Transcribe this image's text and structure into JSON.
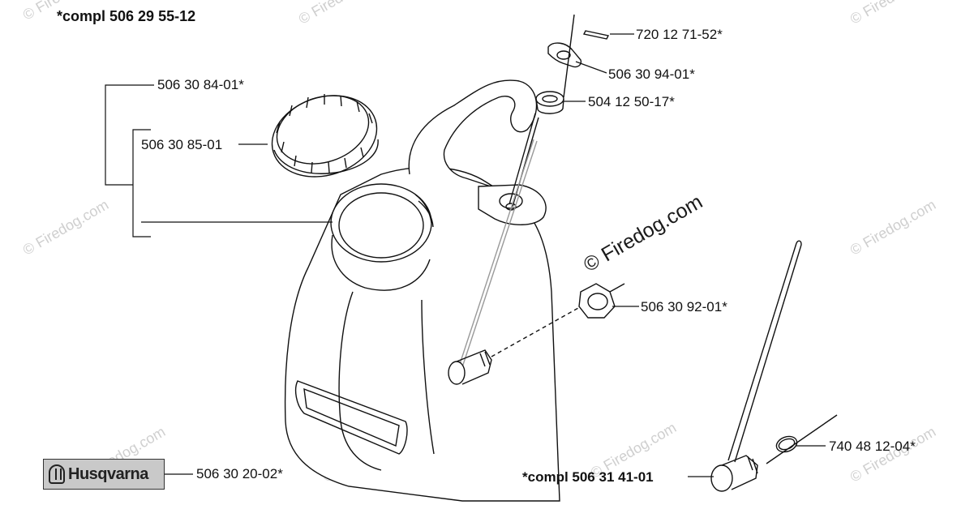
{
  "title": "*compl 506 29 55-12",
  "parts": {
    "p1": "720 12 71-52*",
    "p2": "506 30 94-01*",
    "p3": "504 12 50-17*",
    "p4": "506 30 84-01*",
    "p5": "506 30 85-01",
    "p6": "506 30 92-01*",
    "p7": "740 48 12-04*",
    "p8": "*compl 506 31 41-01",
    "p9": "506 30 20-02*"
  },
  "logo": {
    "text": "Husqvarna",
    "icon": "husqvarna-crown-icon"
  },
  "watermark": {
    "main": "© Firedog.com",
    "repeat": "© Firedog.com"
  }
}
